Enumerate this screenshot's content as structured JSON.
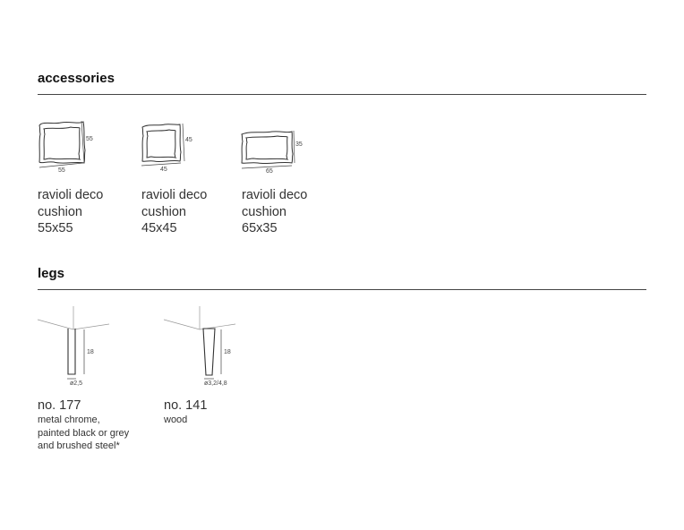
{
  "sections": {
    "accessories": {
      "title": "accessories"
    },
    "legs": {
      "title": "legs"
    }
  },
  "cushions": [
    {
      "name_line1": "ravioli deco",
      "name_line2": "cushion",
      "size": "55x55",
      "dim_w": "55",
      "dim_h": "55"
    },
    {
      "name_line1": "ravioli deco",
      "name_line2": "cushion",
      "size": "45x45",
      "dim_w": "45",
      "dim_h": "45"
    },
    {
      "name_line1": "ravioli deco",
      "name_line2": "cushion",
      "size": "65x35",
      "dim_w": "65",
      "dim_h": "35"
    }
  ],
  "legs": [
    {
      "name": "no. 177",
      "desc_lines": [
        "metal chrome,",
        "painted black or grey",
        "and brushed steel*"
      ],
      "height": "18",
      "diameter": "ø2,5"
    },
    {
      "name": "no. 141",
      "desc_lines": [
        "wood"
      ],
      "height": "18",
      "diameter": "ø3,2/4,8"
    }
  ]
}
